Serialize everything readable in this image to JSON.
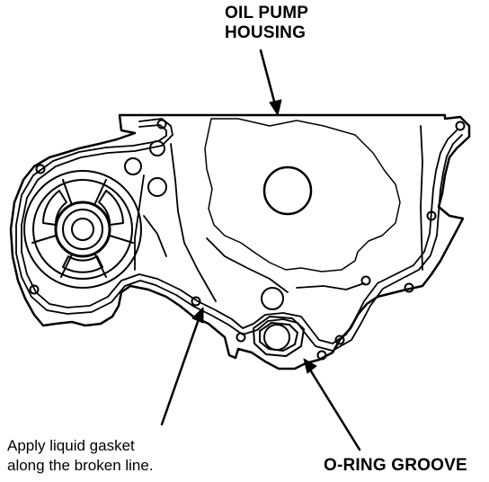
{
  "labels": {
    "oil_pump_line1": "OIL PUMP",
    "oil_pump_line2": "HOUSING",
    "gasket_line1": "Apply liquid gasket",
    "gasket_line2": "along the broken line.",
    "oring": "O-RING GROOVE"
  },
  "colors": {
    "ink": "#000000",
    "paper": "#ffffff"
  }
}
